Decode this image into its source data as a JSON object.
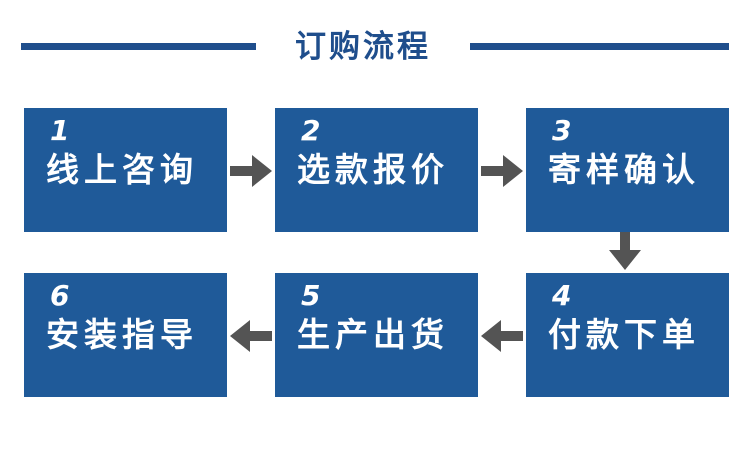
{
  "title": "订购流程",
  "colors": {
    "box": "#1f5a99",
    "rule": "#1f4e8c",
    "arrow": "#545454",
    "text": "#ffffff"
  },
  "steps": [
    {
      "number": "1",
      "label": "线上咨询"
    },
    {
      "number": "2",
      "label": "选款报价"
    },
    {
      "number": "3",
      "label": "寄样确认"
    },
    {
      "number": "4",
      "label": "付款下单"
    },
    {
      "number": "5",
      "label": "生产出货"
    },
    {
      "number": "6",
      "label": "安装指导"
    }
  ]
}
